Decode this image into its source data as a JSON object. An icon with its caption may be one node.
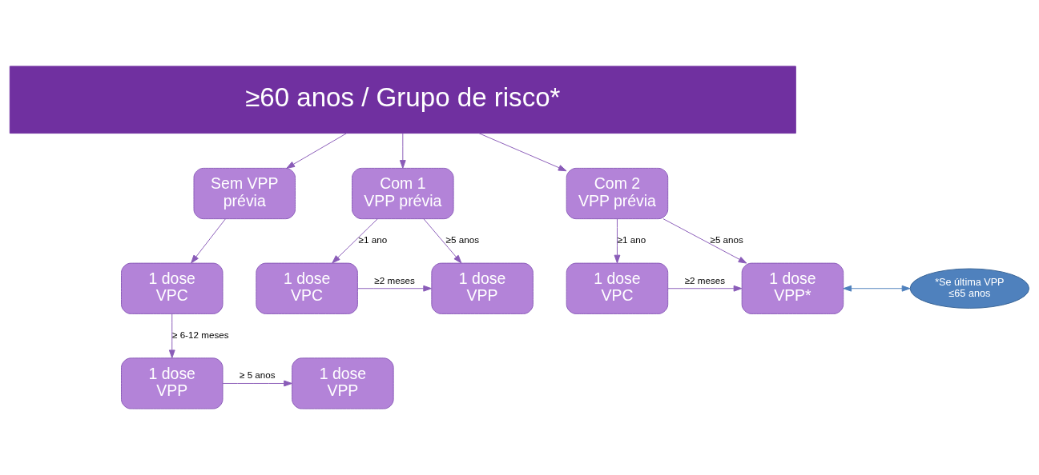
{
  "diagram": {
    "nodes": [
      {
        "text": [
          "≥60 anos / Grupo de risco*"
        ]
      },
      {
        "text": [
          "Sem VPP prévia"
        ]
      },
      {
        "text": [
          "1 dose VPC"
        ]
      },
      {
        "text": [
          "1 dose VPP"
        ]
      },
      {
        "text": [
          "1 dose VPP"
        ]
      },
      {
        "text": [
          "Com 1 VPP prévia"
        ]
      },
      {
        "text": [
          "1 dose VPC"
        ]
      },
      {
        "text": [
          "1 dose VPP"
        ]
      },
      {
        "text": [
          "Com 2 VPP prévia"
        ]
      },
      {
        "text": [
          "1 dose VPC"
        ]
      },
      {
        "text": [
          "1 dose VPP*"
        ]
      },
      {
        "text": [
          "*Se última VPP ≤65 anos"
        ]
      }
    ],
    "edges": [
      {
        "from": 0,
        "to": 1,
        "arrow": "to"
      },
      {
        "from": 0,
        "to": 5,
        "arrow": "to"
      },
      {
        "from": 0,
        "to": 8,
        "arrow": "to"
      },
      {
        "from": 1,
        "to": 2,
        "arrow": "to"
      },
      {
        "from": 2,
        "to": 3,
        "arrow": "to",
        "label": "≥ 6-12 meses"
      },
      {
        "from": 3,
        "to": 4,
        "arrow": "to",
        "label": "≥ 5 anos"
      },
      {
        "from": 5,
        "to": 6,
        "arrow": "to",
        "label": "≥1 ano"
      },
      {
        "from": 5,
        "to": 7,
        "arrow": "to",
        "label": "≥5 anos"
      },
      {
        "from": 6,
        "to": 7,
        "arrow": "to",
        "label": "≥2 meses"
      },
      {
        "from": 8,
        "to": 9,
        "arrow": "to",
        "label": "≥1 ano"
      },
      {
        "from": 8,
        "to": 10,
        "arrow": "to",
        "label": "≥5 anos"
      },
      {
        "from": 9,
        "to": 10,
        "arrow": "to",
        "label": "≥2 meses"
      },
      {
        "from": 10,
        "to": 11,
        "arrow": "both",
        "color": "#4f81bd"
      }
    ]
  }
}
